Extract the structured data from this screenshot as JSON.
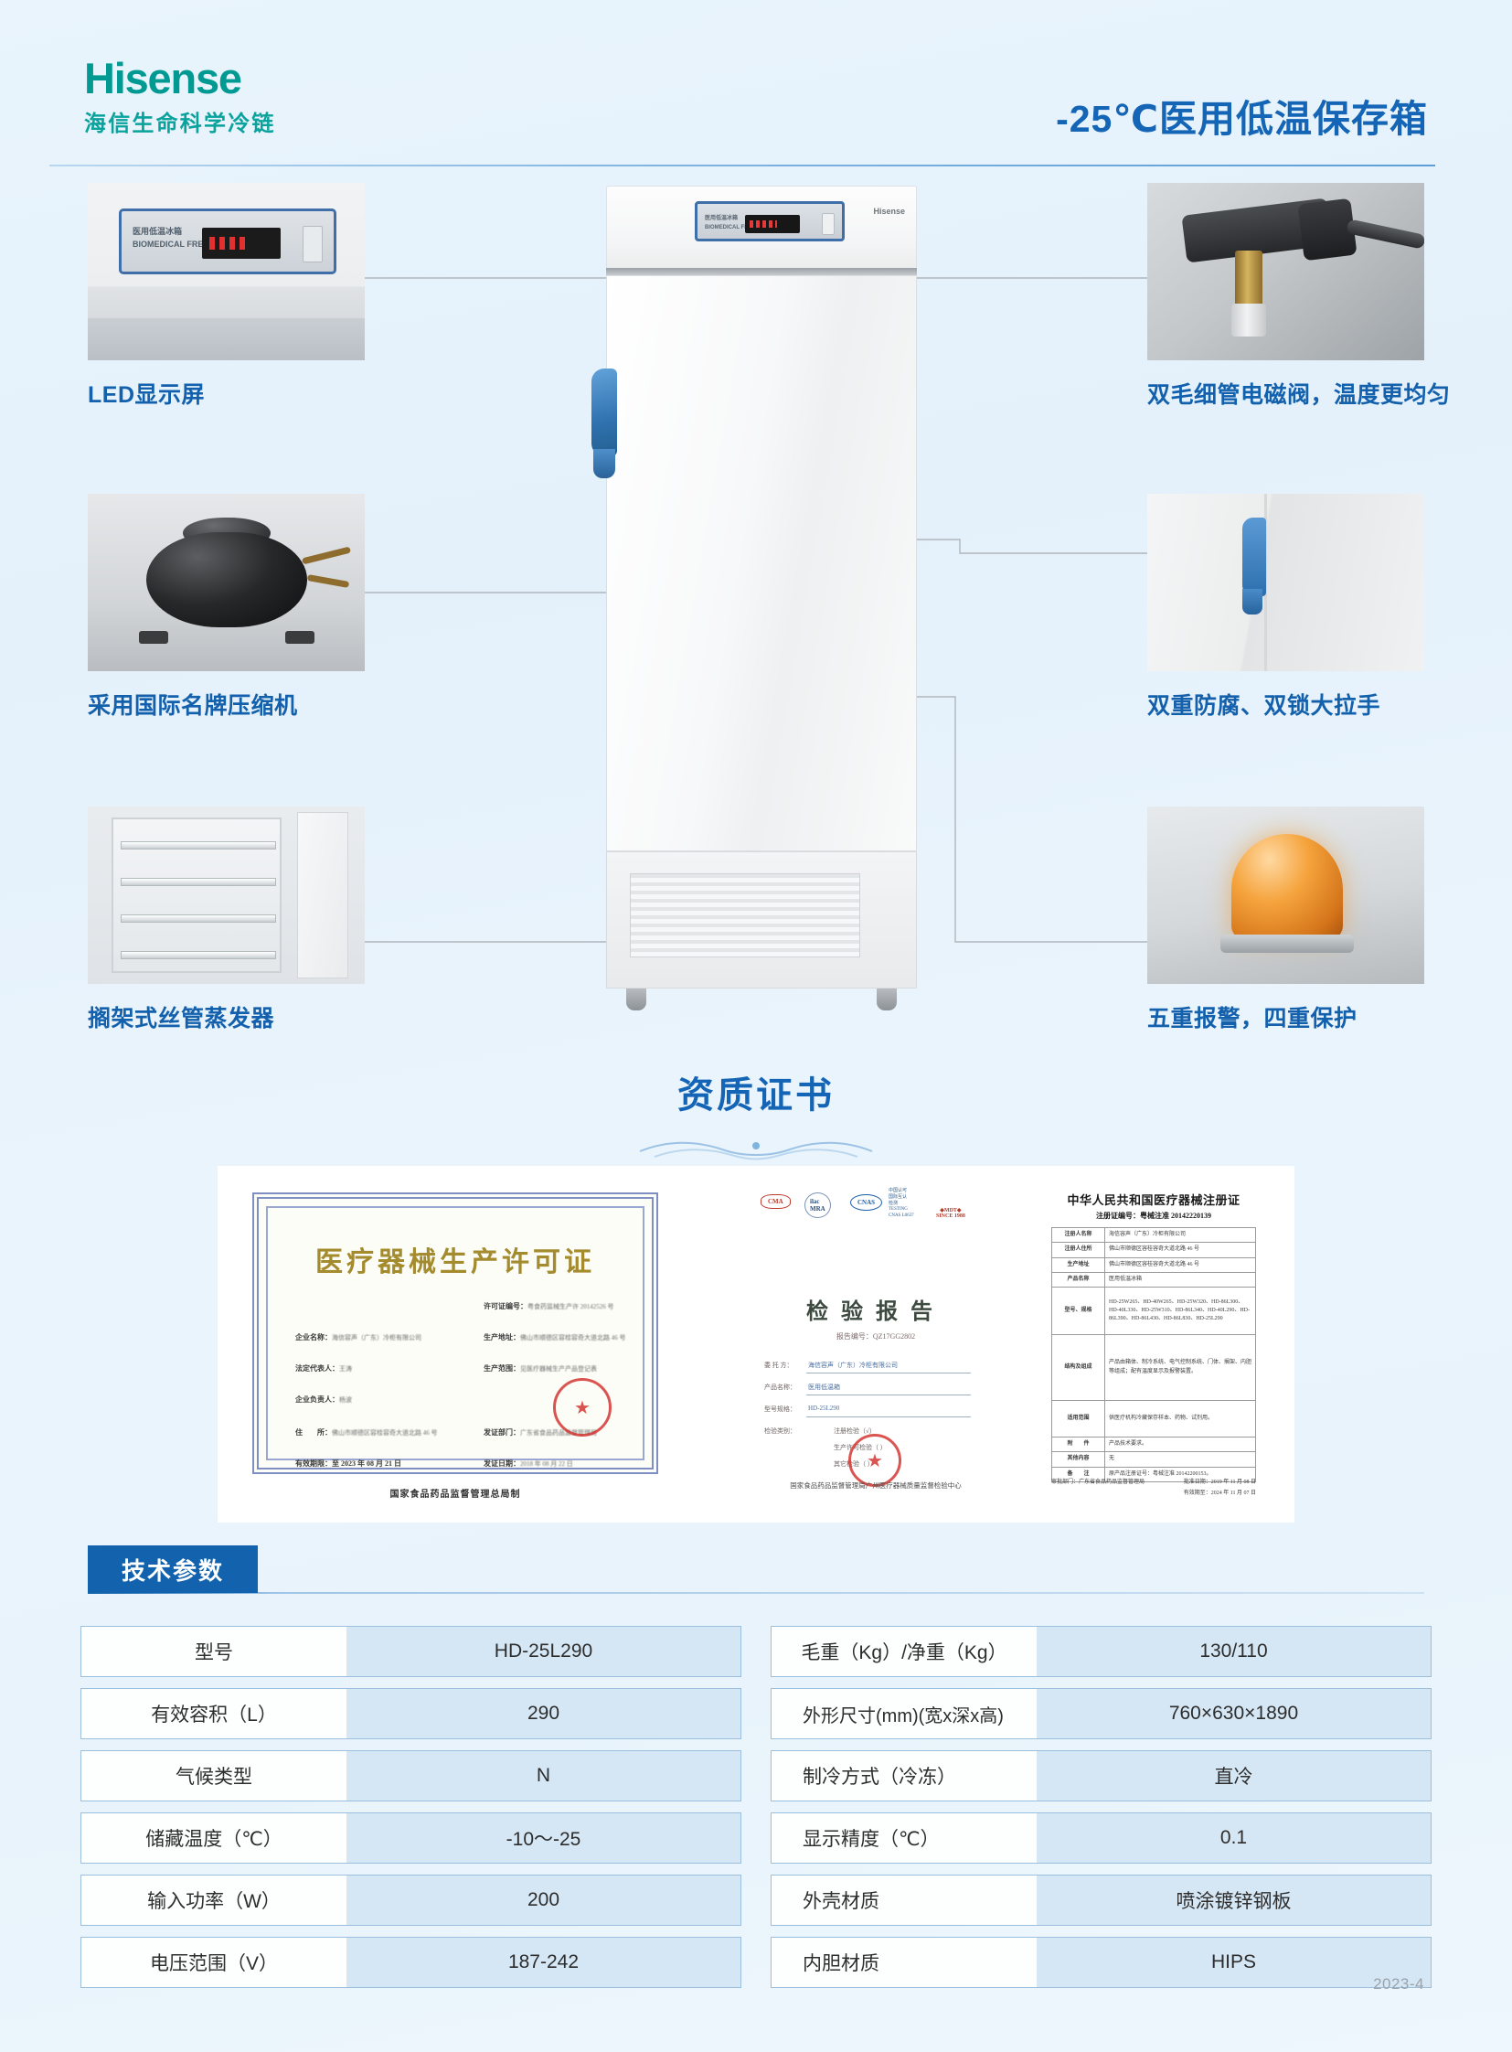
{
  "brand": {
    "logo_text": "Hisense",
    "logo_subtitle": "海信生命科学冷链",
    "logo_color": "#009a93"
  },
  "header": {
    "title": "-25℃医用低温保存箱",
    "title_color": "#1565b6"
  },
  "features": [
    {
      "id": "led-display",
      "label": "LED显示屏",
      "side": "left"
    },
    {
      "id": "compressor",
      "label": "采用国际名牌压缩机",
      "side": "left"
    },
    {
      "id": "evaporator",
      "label": "搁架式丝管蒸发器",
      "side": "left"
    },
    {
      "id": "solenoid",
      "label": "双毛细管电磁阀，温度更均匀",
      "side": "right"
    },
    {
      "id": "handle",
      "label": "双重防腐、双锁大拉手",
      "side": "right"
    },
    {
      "id": "alarm",
      "label": "五重报警，四重保护",
      "side": "right"
    }
  ],
  "product_unit": {
    "panel_title_cn": "医用低温冰箱",
    "panel_title_en": "BIOMEDICAL FREEZER",
    "brand_mark": "Hisense"
  },
  "certificates": {
    "section_title": "资质证书",
    "items": [
      {
        "id": "manufacturing-license",
        "title": "医疗器械生产许可证",
        "issuer_footer": "国家食品药品监督管理总局制",
        "fields": [
          {
            "label": "许可证编号：",
            "value": "粤食药监械生产许 20142526 号"
          },
          {
            "label": "企业名称：",
            "value": "海信容声（广东）冷柜有限公司"
          },
          {
            "label": "生产地址：",
            "value": "佛山市顺德区容桂容奇大道北路 46 号"
          },
          {
            "label": "法定代表人：",
            "value": "王涛"
          },
          {
            "label": "生产范围：",
            "value": "见医疗器械生产产品登记表"
          },
          {
            "label": "企业负责人：",
            "value": "杨波"
          },
          {
            "label": "住　　所：",
            "value": "佛山市顺德区容桂容奇大道北路 46 号"
          },
          {
            "label": "有效期限：至 2023 年 08 月 21 日",
            "value": ""
          },
          {
            "label": "发证部门：",
            "value": "广东省食品药品监督管理局"
          },
          {
            "label": "发证日期：",
            "value": "2018 年 08 月 22 日"
          }
        ]
      },
      {
        "id": "inspection-report",
        "title": "检验报告",
        "report_no": "报告编号：QZ17GG2802",
        "footer": "国家食品药品监督管理局广州医疗器械质量监督检验中心",
        "accreditation_marks": [
          "CMA",
          "ilac-MRA",
          "CNAS",
          "中国认可 国际互认 检测 TESTING CNAS L0637",
          "MDT SINCE 1988"
        ],
        "fields": [
          {
            "label": "委 托 方：",
            "value": "海信容声（广东）冷柜有限公司"
          },
          {
            "label": "产品名称：",
            "value": "医用低温箱"
          },
          {
            "label": "型号规格：",
            "value": "HD-25L290"
          },
          {
            "label": "检验类别：",
            "value": "注册检验（√）"
          },
          {
            "label": "",
            "value": "生产许可检验（ ）"
          },
          {
            "label": "",
            "value": "其它检验（ ）"
          }
        ]
      },
      {
        "id": "device-registration",
        "title": "中华人民共和国医疗器械注册证",
        "reg_no": "注册证编号：粤械注准 20142220139",
        "rows": [
          {
            "key": "注册人名称",
            "value": "海信容声（广东）冷柜有限公司"
          },
          {
            "key": "注册人住所",
            "value": "佛山市顺德区容桂容奇大道北路 46 号"
          },
          {
            "key": "生产地址",
            "value": "佛山市顺德区容桂容奇大道北路 46 号"
          },
          {
            "key": "产品名称",
            "value": "医用低温冰箱"
          },
          {
            "key": "型号、规格",
            "value": "HD-25W265、HD-40W265、HD-25W320、HD-86L300、HD-40L330、HD-25W310、HD-86L340、HD-40L290、HD-86L390、HD-86L430、HD-86L830、HD-25L290"
          },
          {
            "key": "结构及组成",
            "value": "产品由箱体、制冷系统、电气控制系统、门体、搁架、内胆等组成；配有温度显示及报警装置。"
          },
          {
            "key": "适用范围",
            "value": "供医疗机构冷藏保存样本、药物、试剂用。"
          },
          {
            "key": "附　　件",
            "value": "产品技术要求。"
          },
          {
            "key": "其他内容",
            "value": "无"
          },
          {
            "key": "备　　注",
            "value": "原产品注册证号：粤械注准 20142200153。"
          }
        ],
        "issuer": "审批部门：广东省食品药品监督管理局",
        "issue_date": "批准日期：2019 年 11 月 08 日",
        "valid_date": "有效期至：2024 年 11 月 07 日"
      }
    ]
  },
  "tech_params": {
    "section_label": "技术参数",
    "badge_color": "#1262ad",
    "left_column": [
      {
        "key": "型号",
        "value": "HD-25L290"
      },
      {
        "key": "有效容积（L）",
        "value": "290"
      },
      {
        "key": "气候类型",
        "value": "N"
      },
      {
        "key": "储藏温度（℃）",
        "value": "-10～-25"
      },
      {
        "key": "输入功率（W）",
        "value": "200"
      },
      {
        "key": "电压范围（V）",
        "value": "187-242"
      }
    ],
    "right_column": [
      {
        "key": "毛重（Kg）/净重（Kg）",
        "value": "130/110"
      },
      {
        "key": "外形尺寸(mm)(宽x深x高)",
        "value": "760×630×1890"
      },
      {
        "key": "制冷方式（冷冻）",
        "value": "直冷"
      },
      {
        "key": "显示精度（℃）",
        "value": "0.1"
      },
      {
        "key": "外壳材质",
        "value": "喷涂镀锌钢板"
      },
      {
        "key": "内胆材质",
        "value": "HIPS"
      }
    ]
  },
  "footer": {
    "date": "2023-4"
  }
}
